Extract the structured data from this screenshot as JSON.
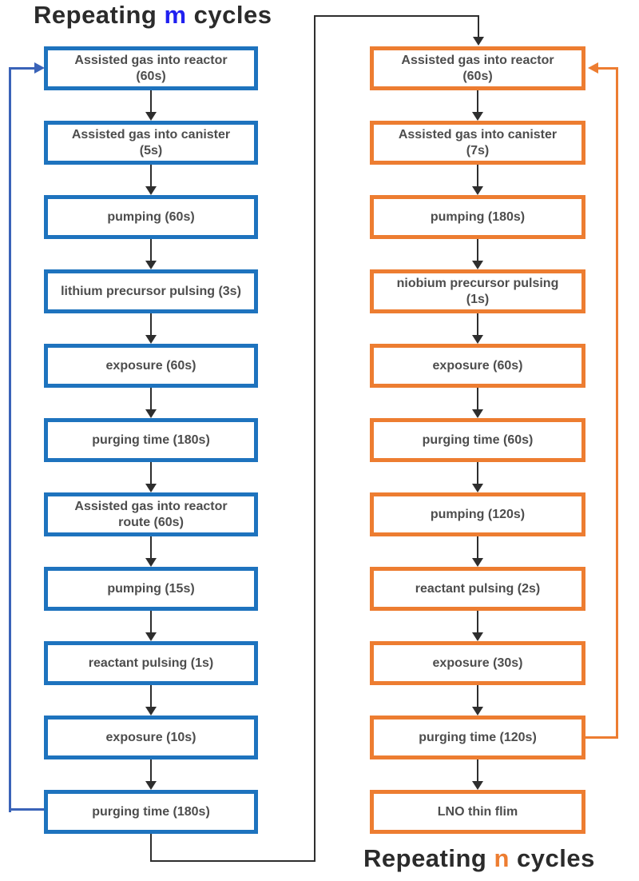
{
  "colors": {
    "left_box_border": "#1E73BE",
    "left_loop": "#3A63B8",
    "right_box_border": "#ED7D31",
    "right_loop": "#ED7D31",
    "connector": "#2E2E2E",
    "left_title_var": "#2020F0",
    "right_title_var": "#ED7D31",
    "box_text": "#4D4D4D",
    "title_text": "#2B2B2B"
  },
  "left_flow": {
    "title": {
      "prefix": "Repeating ",
      "variable": "m",
      "suffix": " cycles"
    },
    "steps": [
      {
        "lines": [
          "Assisted gas into reactor",
          "(60s)"
        ]
      },
      {
        "lines": [
          "Assisted gas into canister",
          "(5s)"
        ]
      },
      {
        "lines": [
          "pumping (60s)"
        ]
      },
      {
        "lines": [
          "lithium precursor pulsing (3s)"
        ]
      },
      {
        "lines": [
          "exposure (60s)"
        ]
      },
      {
        "lines": [
          "purging time (180s)"
        ]
      },
      {
        "lines": [
          "Assisted gas into reactor",
          "route (60s)"
        ]
      },
      {
        "lines": [
          "pumping (15s)"
        ]
      },
      {
        "lines": [
          "reactant pulsing (1s)"
        ]
      },
      {
        "lines": [
          "exposure (10s)"
        ]
      },
      {
        "lines": [
          "purging time (180s)"
        ]
      }
    ]
  },
  "right_flow": {
    "title": {
      "prefix": "Repeating ",
      "variable": "n",
      "suffix": " cycles"
    },
    "steps": [
      {
        "lines": [
          "Assisted gas into reactor",
          "(60s)"
        ]
      },
      {
        "lines": [
          "Assisted gas into canister",
          "(7s)"
        ]
      },
      {
        "lines": [
          "pumping (180s)"
        ]
      },
      {
        "lines": [
          "niobium precursor pulsing",
          "(1s)"
        ]
      },
      {
        "lines": [
          "exposure (60s)"
        ]
      },
      {
        "lines": [
          "purging time (60s)"
        ]
      },
      {
        "lines": [
          "pumping (120s)"
        ]
      },
      {
        "lines": [
          "reactant pulsing (2s)"
        ]
      },
      {
        "lines": [
          "exposure (30s)"
        ]
      },
      {
        "lines": [
          "purging time (120s)"
        ]
      },
      {
        "lines": [
          "LNO thin flim"
        ]
      }
    ]
  }
}
